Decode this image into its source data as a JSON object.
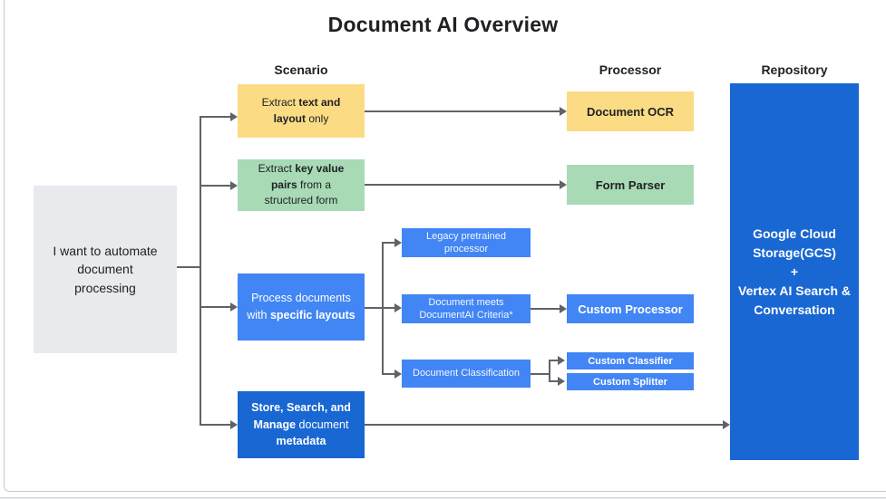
{
  "title": "Document AI Overview",
  "colors": {
    "yellow": "#FBDC84",
    "green": "#A8DAB5",
    "blue": "#4285F4",
    "dark_blue": "#1967D2",
    "gray_box": "#E8EAED",
    "connector": "#5F6368",
    "text_dark": "#202124",
    "text_light": "#FFFFFF"
  },
  "column_headers": {
    "scenario": "Scenario",
    "processor": "Processor",
    "repository": "Repository"
  },
  "nodes": {
    "root": {
      "segments": [
        {
          "t": "I want to automate"
        },
        {
          "br": true
        },
        {
          "t": "document"
        },
        {
          "br": true
        },
        {
          "t": "processing"
        }
      ]
    },
    "extract_text_layout": {
      "segments": [
        {
          "t": "Extract "
        },
        {
          "t": "text and",
          "b": true
        },
        {
          "br": true
        },
        {
          "t": "layout",
          "b": true
        },
        {
          "t": " only"
        }
      ]
    },
    "extract_key_value": {
      "segments": [
        {
          "t": "Extract "
        },
        {
          "t": "key value",
          "b": true
        },
        {
          "br": true
        },
        {
          "t": "pairs",
          "b": true
        },
        {
          "t": " from a"
        },
        {
          "br": true
        },
        {
          "t": "structured form"
        }
      ]
    },
    "process_specific_layouts": {
      "segments": [
        {
          "t": "Process documents"
        },
        {
          "br": true
        },
        {
          "t": "with "
        },
        {
          "t": "specific layouts",
          "b": true
        }
      ]
    },
    "store_search_manage": {
      "segments": [
        {
          "t": "Store, Search, and",
          "b": true
        },
        {
          "br": true
        },
        {
          "t": "Manage",
          "b": true
        },
        {
          "t": " document"
        },
        {
          "br": true
        },
        {
          "t": "metadata",
          "b": true
        }
      ]
    },
    "legacy_pretrained": {
      "segments": [
        {
          "t": "Legacy pretrained"
        },
        {
          "br": true
        },
        {
          "t": "processor"
        }
      ]
    },
    "document_meets_criteria": {
      "segments": [
        {
          "t": "Document meets"
        },
        {
          "br": true
        },
        {
          "t": "DocumentAI Criteria*"
        }
      ]
    },
    "document_classification": {
      "label": "Document Classification"
    },
    "document_ocr": {
      "label": "Document OCR"
    },
    "form_parser": {
      "label": "Form Parser"
    },
    "custom_processor": {
      "label": "Custom Processor"
    },
    "custom_classifier": {
      "label": "Custom Classifier"
    },
    "custom_splitter": {
      "label": "Custom Splitter"
    },
    "repository": {
      "segments": [
        {
          "t": "Google Cloud"
        },
        {
          "br": true
        },
        {
          "t": "Storage(GCS)"
        },
        {
          "br": true
        },
        {
          "t": "+"
        },
        {
          "br": true
        },
        {
          "t": "Vertex AI Search &"
        },
        {
          "br": true
        },
        {
          "t": "Conversation"
        }
      ]
    }
  }
}
